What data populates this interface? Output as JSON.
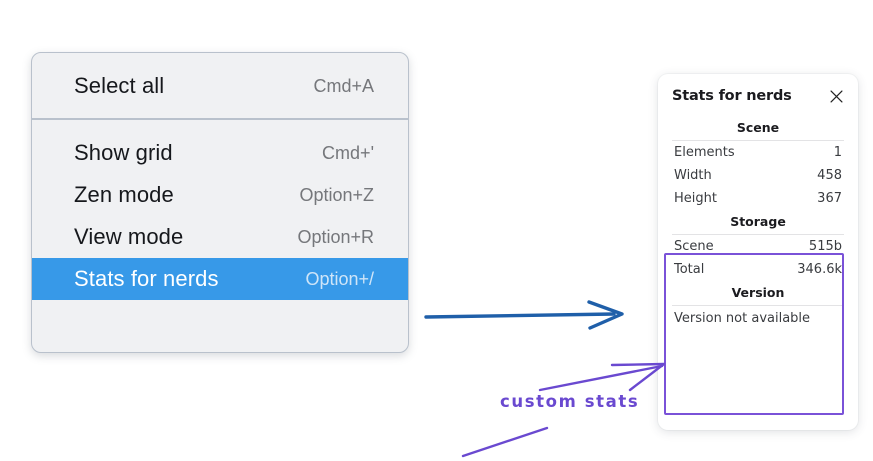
{
  "colors": {
    "menu_background": "#f0f1f3",
    "menu_border": "#b9c1cc",
    "highlight_blue": "#3799e8",
    "annotation_purple": "#6a49d0",
    "box_purple": "#7a52d8",
    "arrow_blue": "#1f5fa9",
    "panel_background": "#ffffff"
  },
  "context_menu": {
    "sections": [
      {
        "items": [
          {
            "label": "Select all",
            "shortcut": "Cmd+A",
            "highlighted": false,
            "icon": ""
          }
        ]
      },
      {
        "items": [
          {
            "label": "Show grid",
            "shortcut": "Cmd+'",
            "highlighted": false,
            "icon": ""
          },
          {
            "label": "Zen mode",
            "shortcut": "Option+Z",
            "highlighted": false,
            "icon": ""
          },
          {
            "label": "View mode",
            "shortcut": "Option+R",
            "highlighted": false,
            "icon": ""
          },
          {
            "label": "Stats for nerds",
            "shortcut": "Option+/",
            "highlighted": true,
            "icon": ""
          }
        ]
      }
    ]
  },
  "stats_panel": {
    "title": "Stats for nerds",
    "close_icon": "close-icon",
    "sections": [
      {
        "heading": "Scene",
        "rows": [
          {
            "key": "Elements",
            "value": "1"
          },
          {
            "key": "Width",
            "value": "458"
          },
          {
            "key": "Height",
            "value": "367"
          }
        ]
      },
      {
        "heading": "Storage",
        "rows": [
          {
            "key": "Scene",
            "value": "515b"
          },
          {
            "key": "Total",
            "value": "346.6k"
          }
        ]
      },
      {
        "heading": "Version",
        "note": "Version not available"
      }
    ]
  },
  "annotations": {
    "custom_stats_label": "custom stats"
  }
}
